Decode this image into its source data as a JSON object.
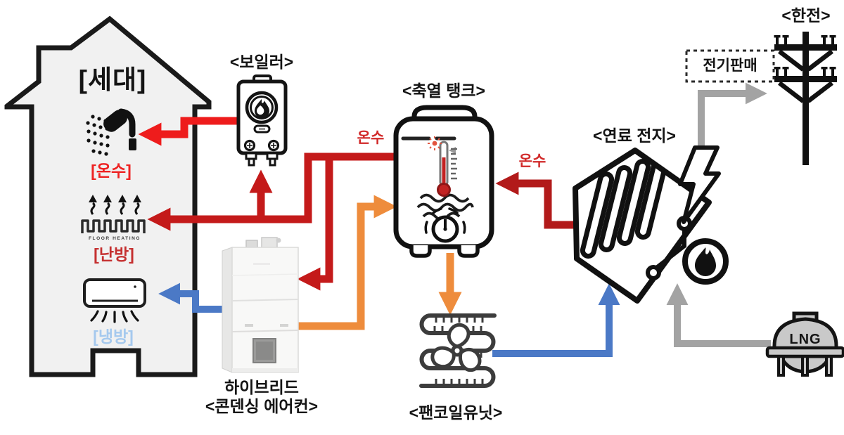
{
  "diagram": {
    "title_labels": {
      "household": "[세대]",
      "boiler": "<보일러>",
      "storage_tank": "<축열 탱크>",
      "fuel_cell": "<연료 전지>",
      "kepco": "<한전>",
      "electricity_sale": "전기판매",
      "hybrid_line1": "하이브리드",
      "hybrid_line2": "<콘덴싱 에어컨>",
      "fan_coil": "<팬코일유닛>",
      "lng": "LNG"
    },
    "household_items": {
      "hot_water": "[온수]",
      "heating": "[난방]",
      "cooling": "[냉방]",
      "floor_heating_caption": "FLOOR HEATING"
    },
    "flow_labels": {
      "hot_water_to_tank": "온수",
      "hot_water_from_fuel_cell": "온수"
    },
    "colors": {
      "hot_water_bright_red": "#ee1c1c",
      "hot_water_dark_red": "#c41a1a",
      "fuel_cell_hot_water_red": "#b21a1a",
      "warm_supply_orange": "#ee8c3c",
      "cooling_blue": "#4b79c6",
      "utility_gray": "#a3a3a3",
      "hot_water_text_red": "#ee2222",
      "heating_text_red": "#c53030",
      "cooling_text_blue": "#a5c9ee"
    }
  }
}
